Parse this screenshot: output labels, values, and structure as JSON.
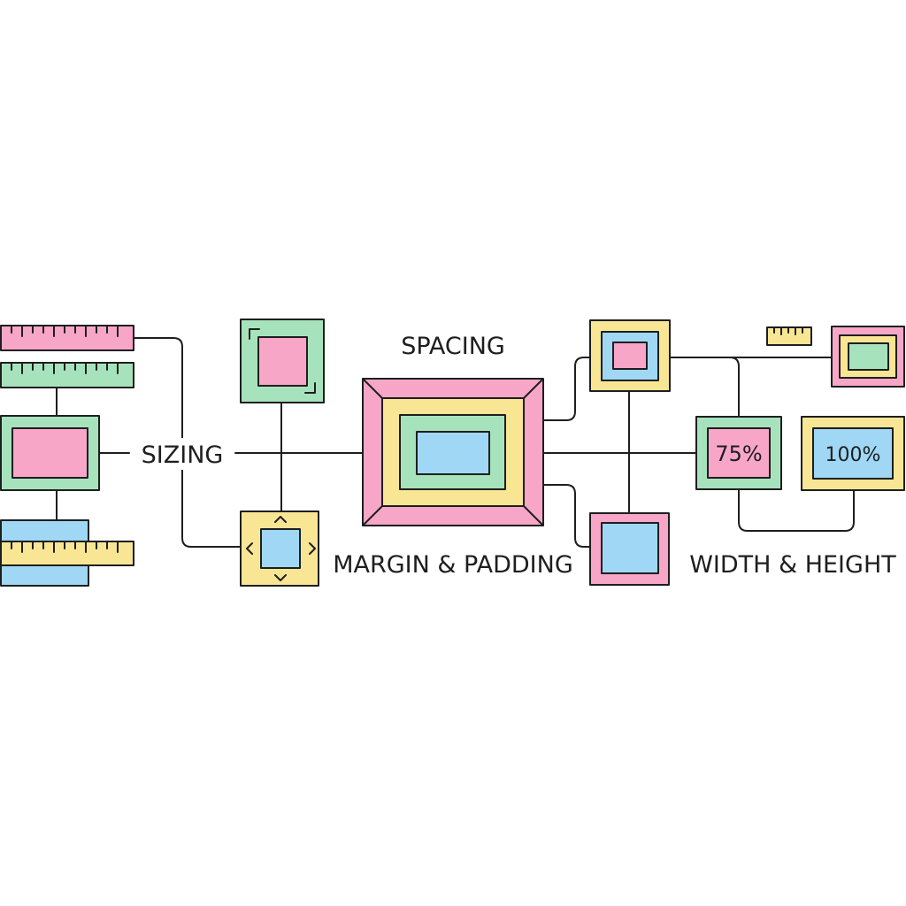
{
  "labels": {
    "sizing": "SIZING",
    "spacing": "SPACING",
    "margin_padding": "MARGIN & PADDING",
    "width_height": "WIDTH & HEIGHT",
    "pct_75": "75%",
    "pct_100": "100%"
  },
  "colors": {
    "pink": "#f7a6c8",
    "green": "#a6e3bd",
    "yellow": "#f8e695",
    "blue": "#9fd7f5",
    "stroke": "#1e1e1e"
  }
}
